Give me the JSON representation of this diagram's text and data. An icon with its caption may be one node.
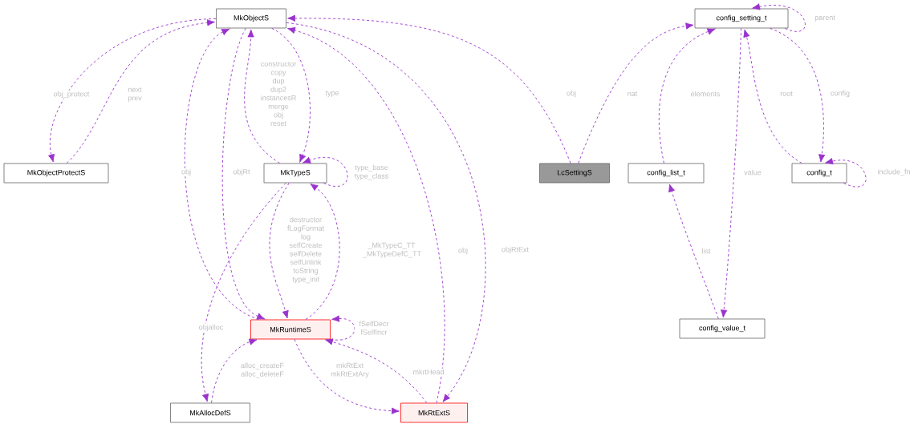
{
  "diagram": {
    "nodes": [
      {
        "text": [
          "MkObjectS"
        ]
      },
      {
        "text": [
          "MkObjectProtectS"
        ]
      },
      {
        "text": [
          "MkTypeS"
        ]
      },
      {
        "text": [
          "LcSettingS"
        ]
      },
      {
        "text": [
          "config_setting_t"
        ]
      },
      {
        "text": [
          "config_list_t"
        ]
      },
      {
        "text": [
          "config_t"
        ]
      },
      {
        "text": [
          "MkRuntimeS"
        ]
      },
      {
        "text": [
          "MkAllocDefS"
        ]
      },
      {
        "text": [
          "MkRtExtS"
        ]
      },
      {
        "text": [
          "config_value_t"
        ]
      }
    ],
    "edges": [
      {
        "from": 0,
        "to": 1,
        "arrow": "to",
        "label": "obj_protect"
      },
      {
        "from": 1,
        "to": 0,
        "arrow": "to",
        "label": "next prev"
      },
      {
        "from": 7,
        "to": 0,
        "arrow": "to",
        "label": "obj"
      },
      {
        "from": 0,
        "to": 7,
        "arrow": "to",
        "label": "objRt"
      },
      {
        "from": 2,
        "to": 0,
        "arrow": "to",
        "label": "constructor copy dup dup2 instancesR merge obj reset"
      },
      {
        "from": 0,
        "to": 2,
        "arrow": "to",
        "label": "type"
      },
      {
        "from": 2,
        "to": 2,
        "arrow": "to",
        "label": "type_base type_class"
      },
      {
        "from": 2,
        "to": 7,
        "arrow": "to",
        "label": "destructor fLogFormat log selfCreate selfDelete selfUnlink toString type_init"
      },
      {
        "from": 7,
        "to": 2,
        "arrow": "to",
        "label": "_MkTypeC_TT _MkTypeDefC_TT"
      },
      {
        "from": 2,
        "to": 8,
        "arrow": "to",
        "label": "objalloc"
      },
      {
        "from": 8,
        "to": 7,
        "arrow": "to",
        "label": "alloc_createF alloc_deleteF"
      },
      {
        "from": 7,
        "to": 7,
        "arrow": "to",
        "label": "fSelfDecr fSelfIncr"
      },
      {
        "from": 7,
        "to": 9,
        "arrow": "to",
        "label": "mkRtExt mkRtExtAry"
      },
      {
        "from": 9,
        "to": 7,
        "arrow": "to",
        "label": "mkrtHead"
      },
      {
        "from": 9,
        "to": 0,
        "arrow": "to",
        "label": "obj"
      },
      {
        "from": 0,
        "to": 9,
        "arrow": "to",
        "label": "objRtExt"
      },
      {
        "from": 3,
        "to": 0,
        "arrow": "to",
        "label": "obj"
      },
      {
        "from": 3,
        "to": 4,
        "arrow": "to",
        "label": "nat"
      },
      {
        "from": 5,
        "to": 4,
        "arrow": "to",
        "label": "elements"
      },
      {
        "from": 4,
        "to": 4,
        "arrow": "to",
        "label": "parent"
      },
      {
        "from": 4,
        "to": 10,
        "arrow": "to",
        "label": "value"
      },
      {
        "from": 10,
        "to": 5,
        "arrow": "to",
        "label": "list"
      },
      {
        "from": 6,
        "to": 4,
        "arrow": "to",
        "label": "root"
      },
      {
        "from": 4,
        "to": 6,
        "arrow": "to",
        "label": "config"
      },
      {
        "from": 6,
        "to": 6,
        "arrow": "to",
        "label": "include_fn"
      }
    ]
  }
}
